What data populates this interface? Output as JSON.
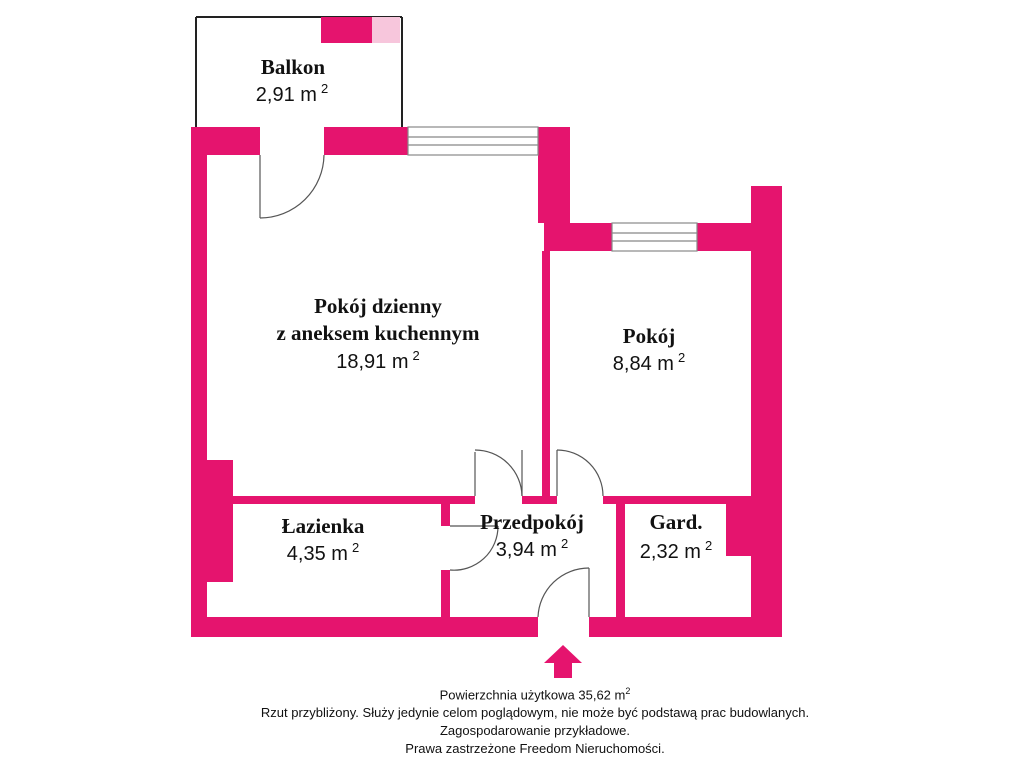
{
  "colors": {
    "wall": "#e5146e",
    "text": "#111111",
    "background": "#ffffff"
  },
  "rooms": {
    "balkon": {
      "name": "Balkon",
      "area": "2,91 m",
      "unit_sup": "2"
    },
    "dzienny": {
      "name_line1": "Pokój dzienny",
      "name_line2": "z aneksem kuchennym",
      "area": "18,91 m",
      "unit_sup": "2"
    },
    "pokoj": {
      "name": "Pokój",
      "area": "8,84 m",
      "unit_sup": "2"
    },
    "lazienka": {
      "name": "Łazienka",
      "area": "4,35 m",
      "unit_sup": "2"
    },
    "przedpokoj": {
      "name": "Przedpokój",
      "area": "3,94 m",
      "unit_sup": "2"
    },
    "gard": {
      "name": "Gard.",
      "area": "2,32 m",
      "unit_sup": "2"
    }
  },
  "footer": {
    "line1": "Powierzchnia użytkowa 35,62 m",
    "line1_sup": "2",
    "line2": "Rzut przybliżony. Służy jedynie celom poglądowym, nie może być podstawą prac budowlanych.",
    "line3": "Zagospodarowanie przykładowe.",
    "line4": "Prawa zastrzeżone Freedom Nieruchomości."
  },
  "icons": {
    "entrance": "entrance-arrow-icon"
  }
}
